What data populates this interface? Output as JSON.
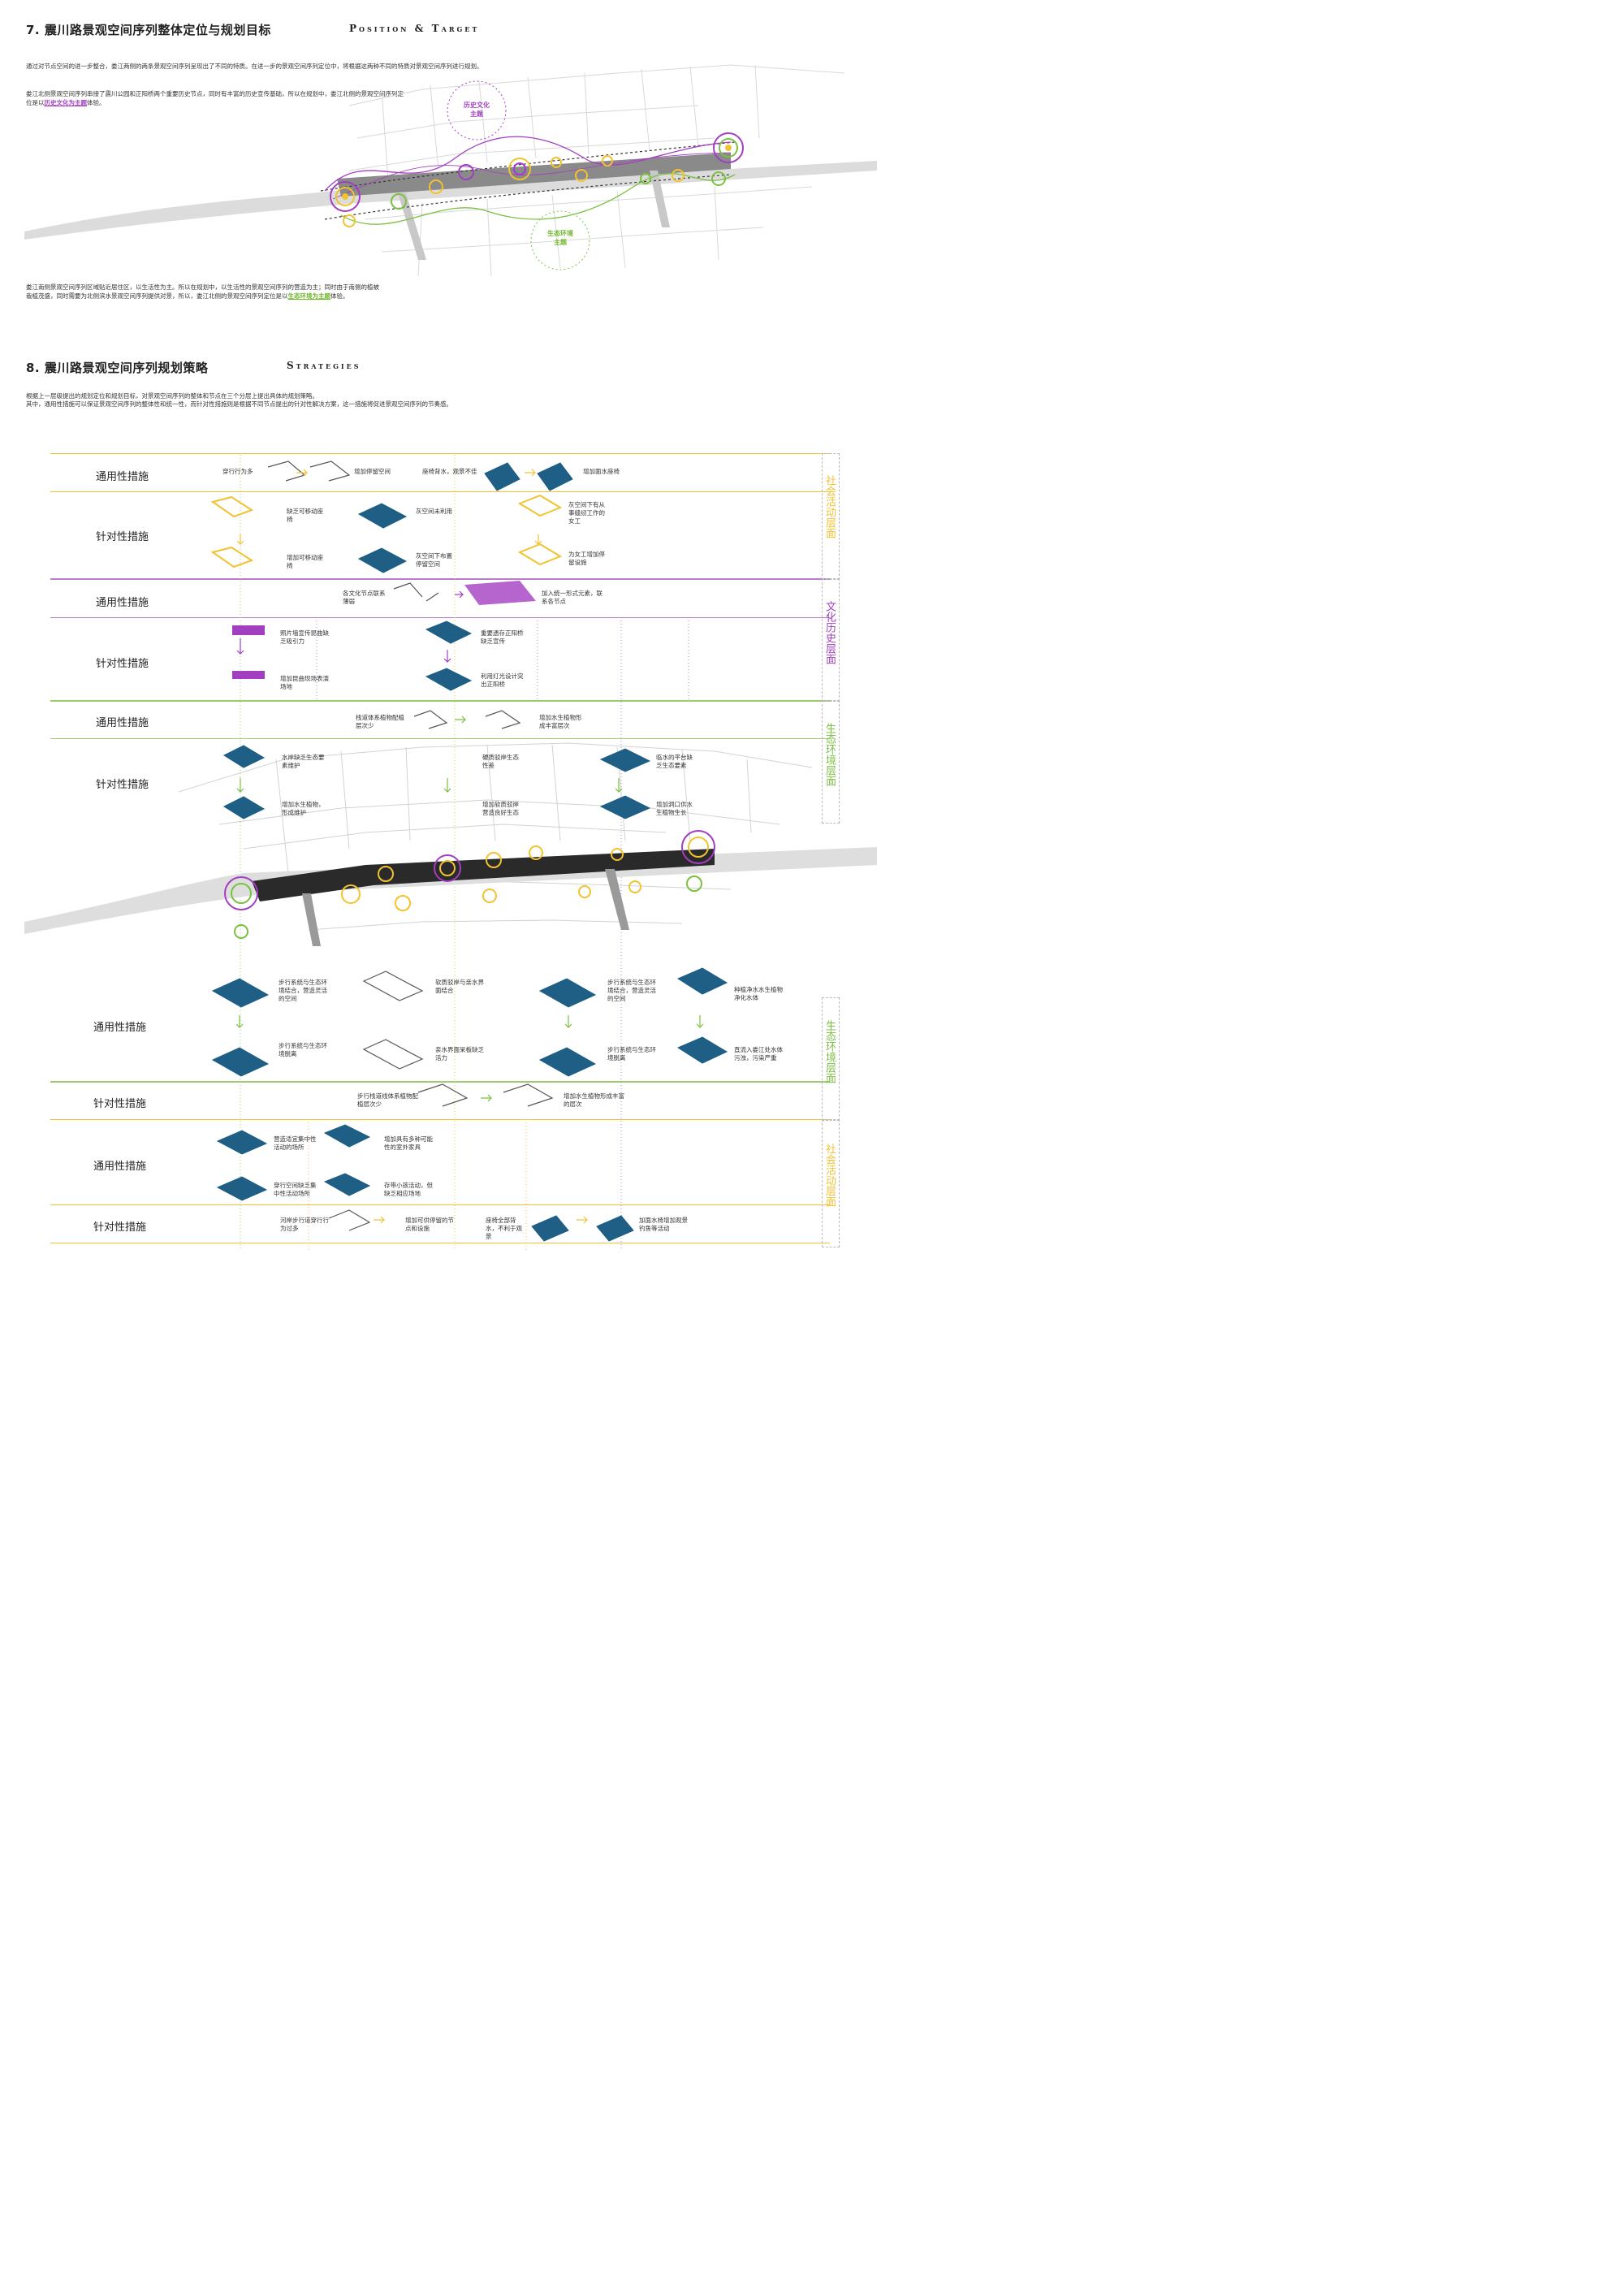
{
  "section7": {
    "title": "7. 震川路景观空间序列整体定位与规划目标",
    "title_en": "Position & Target",
    "intro": "通过对节点空间的进一步整合，娄江两侧的两条景观空间序列呈现出了不同的特质。在进一步的景观空间序列定位中，将根据这两种不同的特质对景观空间序列进行规划。",
    "north_text_a": "娄江北侧景观空间序列串接了震川公园和正阳桥两个重要历史节点，同时有丰富的历史宣传基础，所以在规划中，娄江北侧的景观空间序列定位是以",
    "north_highlight": "历史文化为主题",
    "north_text_b": "体验。",
    "south_text_a": "娄江南侧景观空间序列区域贴近居住区，以生活性为主。所以在规划中，以生活性的景观空间序列的营造为主；同时由于南侧的植被栽植茂盛，同时需要为北侧滨水景观空间序列提供对景，所以，娄江北侧的景观空间序列定位是以",
    "south_highlight": "生态环境为主题",
    "south_text_b": "体验。",
    "map_label_history": "历史文化\n主题",
    "map_label_eco": "生态环境\n主题"
  },
  "section8": {
    "title": "8. 震川路景观空间序列规划策略",
    "title_en": "Strategies",
    "intro_1": "根据上一层级提出的规划定位和规划目标，对景观空间序列的整体和节点在三个分层上提出具体的规划策略。",
    "intro_2": "其中，通用性措施可以保证景观空间序列的整体性和统一性，而针对性措施则是根据不同节点提出的针对性解决方案，这一措施将促进景观空间序列的节奏感。"
  },
  "bands": {
    "general": "通用性措施",
    "targeted": "针对性措施"
  },
  "layers": {
    "social": "社会活动层面",
    "culture": "文化历史层面",
    "eco": "生态环境层面"
  },
  "notes": {
    "n1a": "穿行行为多",
    "n1b": "增加停留空间",
    "n1c": "座椅背水，观景不佳",
    "n1d": "增加面水座椅",
    "n2a": "缺乏可移动座椅",
    "n2b": "增加可移动座椅",
    "n2c": "灰空间未利用",
    "n2d": "灰空间下布置停留空间",
    "n2e": "灰空间下有从事缝纫工作的女工",
    "n2f": "为女工增加停留设施",
    "n3a": "各文化节点联系薄弱",
    "n3b": "加入统一形式元素，联系各节点",
    "n4a": "照片墙宣传昆曲缺乏吸引力",
    "n4b": "增加昆曲现场表演场地",
    "n4c": "重要遗存正阳桥缺乏宣传",
    "n4d": "利用灯光设计突出正阳桥",
    "n5a": "栈道体系植物配植层次少",
    "n5b": "增加水生植物形成丰富层次",
    "n6a": "水岸缺乏生态要素维护",
    "n6b": "增加水生植物，形成维护",
    "n6c": "硬质驳岸生态性差",
    "n6d": "增加软质驳岸营造良好生态",
    "n6e": "临水的平台缺乏生态要素",
    "n6f": "增加洞口供水生植物生长",
    "n7a": "步行系统与生态环境结合，营造灵活的空间",
    "n7b": "步行系统与生态环境脱离",
    "n7c": "软质驳岸与亲水界面结合",
    "n7d": "亲水界面呆板缺乏活力",
    "n7e": "步行系统与生态环境结合，营造灵活的空间",
    "n7f": "步行系统与生态环境脱离",
    "n7g": "种植净水水生植物净化水体",
    "n7h": "直流入娄江处水体污浊，污染严重",
    "n8a": "步行栈道线体系植物配植层次少",
    "n8b": "增加水生植物形成丰富的层次",
    "n9a": "营造适宜集中性活动的场所",
    "n9b": "穿行空间缺乏集中性活动场所",
    "n9c": "增加具有多种可能性的室外家具",
    "n9d": "存带小孩活动，但缺乏相应场地",
    "n10a": "河岸步行道穿行行为过多",
    "n10b": "增加可供停留的节点和设施",
    "n10c": "座椅全部背水，不利于观景",
    "n10d": "加面水椅增加观景钓鱼等活动"
  },
  "colors": {
    "social": "#f2c230",
    "culture": "#a23fc0",
    "eco": "#7cc042",
    "water": "#1f5f86"
  }
}
